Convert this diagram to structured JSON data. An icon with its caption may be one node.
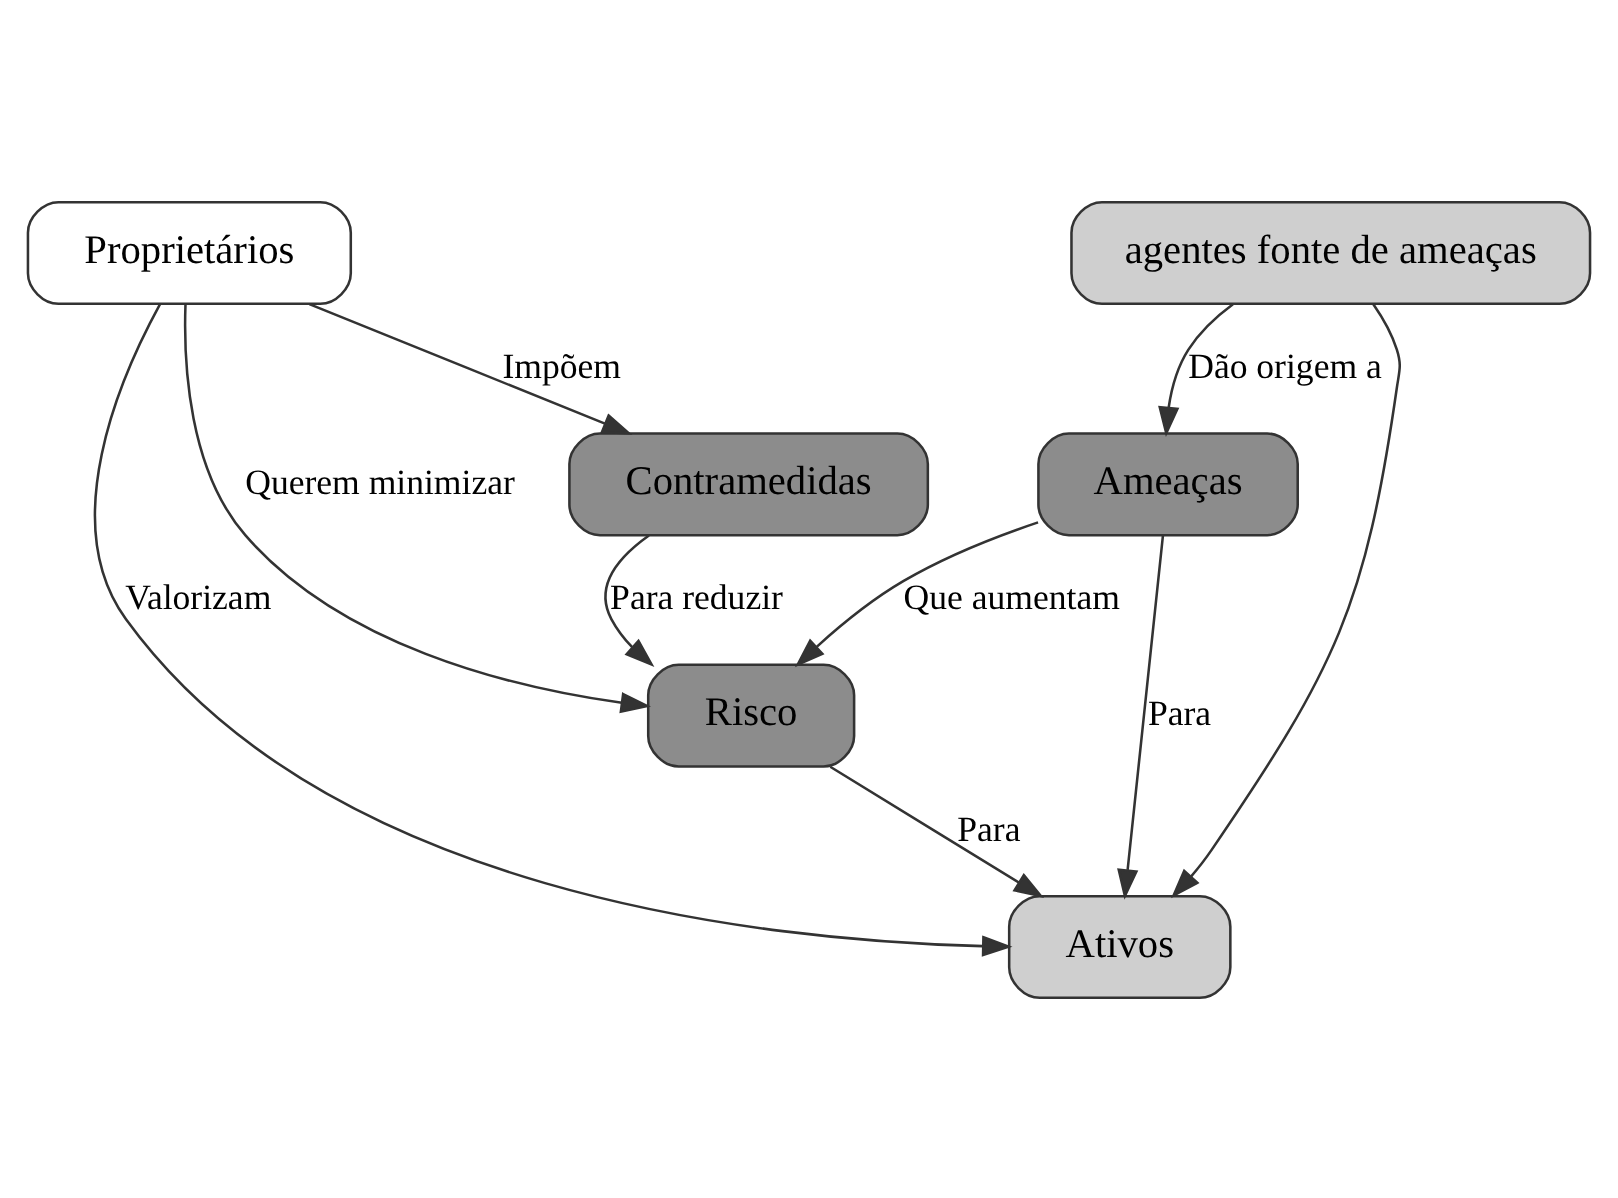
{
  "diagram": {
    "nodes": [
      {
        "text": [
          "Proprietários"
        ]
      },
      {
        "text": [
          "Contramedidas"
        ]
      },
      {
        "text": [
          "Risco"
        ]
      },
      {
        "text": [
          "agentes fonte de ameaças"
        ]
      },
      {
        "text": [
          "Ameaças"
        ]
      },
      {
        "text": [
          "Ativos"
        ]
      }
    ],
    "edges": [
      {
        "from": 0,
        "to": 1,
        "arrow": "to",
        "label": "Impõem"
      },
      {
        "from": 0,
        "to": 2,
        "arrow": "to",
        "label": "Querem minimizar"
      },
      {
        "from": 0,
        "to": 5,
        "arrow": "to",
        "label": "Valorizam"
      },
      {
        "from": 1,
        "to": 2,
        "arrow": "to",
        "label": "Para reduzir"
      },
      {
        "from": 3,
        "to": 4,
        "arrow": "to",
        "label": "Dão origem a"
      },
      {
        "from": 4,
        "to": 2,
        "arrow": "to",
        "label": "Que aumentam"
      },
      {
        "from": 4,
        "to": 5,
        "arrow": "to",
        "label": "Para"
      },
      {
        "from": 2,
        "to": 5,
        "arrow": "to",
        "label": "Para"
      },
      {
        "from": 3,
        "to": 5,
        "arrow": "to"
      }
    ]
  }
}
